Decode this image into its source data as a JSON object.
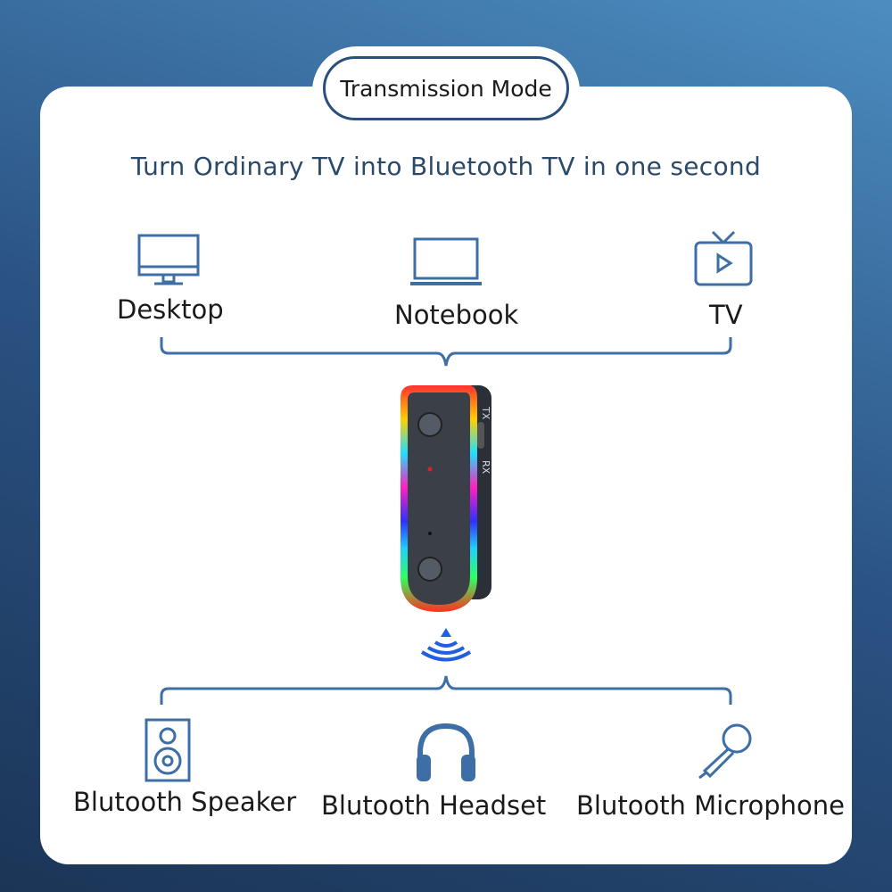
{
  "header": {
    "tab_label": "Transmission Mode",
    "subtitle": "Turn Ordinary TV  into Bluetooth TV in one second"
  },
  "sources": [
    {
      "label": "Desktop",
      "icon": "desktop-icon"
    },
    {
      "label": "Notebook",
      "icon": "laptop-icon"
    },
    {
      "label": "TV",
      "icon": "tv-icon"
    }
  ],
  "device": {
    "switch_top": "TX",
    "switch_bottom": "RX"
  },
  "targets": [
    {
      "label": "Blutooth Speaker",
      "icon": "speaker-icon"
    },
    {
      "label": "Blutooth Headset",
      "icon": "headphones-icon"
    },
    {
      "label": "Blutooth Microphone",
      "icon": "microphone-icon"
    }
  ],
  "colors": {
    "accent": "#3d6fa6",
    "text": "#2b4a6a"
  }
}
